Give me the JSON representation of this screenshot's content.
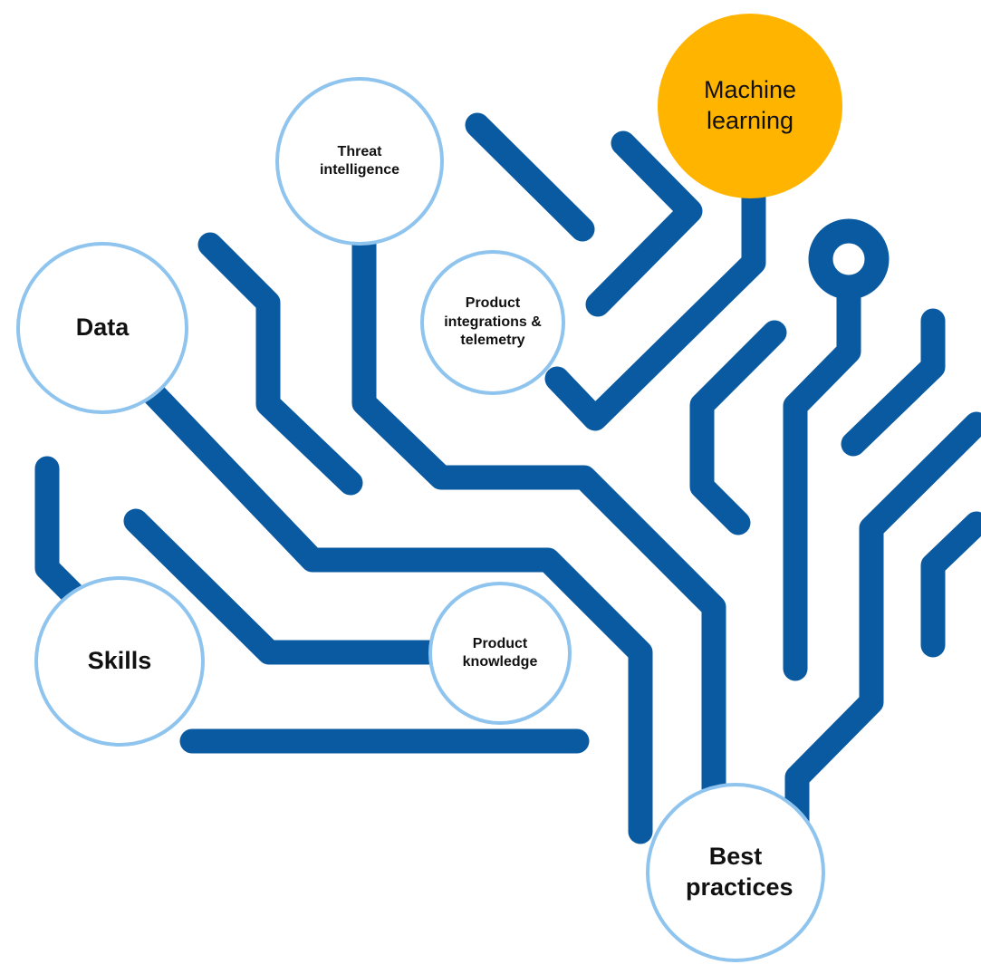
{
  "diagram": {
    "colors": {
      "trace": "#0a5aa2",
      "node_border": "#8ec4ee",
      "highlight_fill": "#ffb400",
      "node_fill": "#ffffff"
    },
    "nodes": {
      "threat_intelligence": {
        "label": "Threat intelligence"
      },
      "machine_learning": {
        "label": "Machine learning",
        "highlighted": true
      },
      "data": {
        "label": "Data"
      },
      "product_integrations": {
        "label": "Product integrations & telemetry"
      },
      "skills": {
        "label": "Skills"
      },
      "product_knowledge": {
        "label": "Product knowledge"
      },
      "best_practices": {
        "label": "Best practices"
      }
    }
  }
}
